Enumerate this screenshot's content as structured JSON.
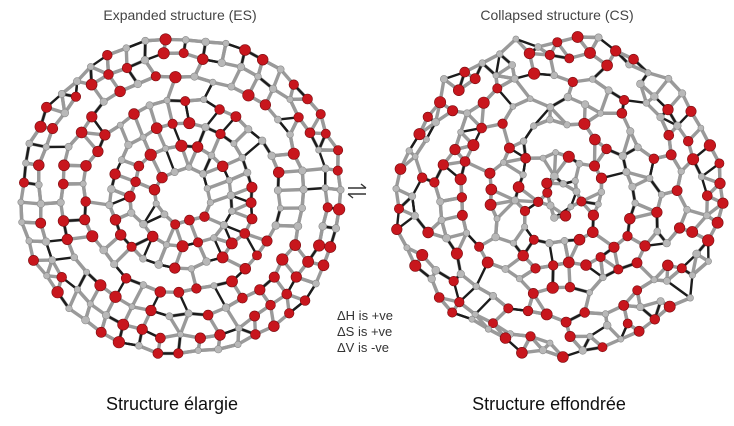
{
  "expanded": {
    "title": "Expanded structure (ES)",
    "caption": "Structure élargie"
  },
  "collapsed": {
    "title": "Collapsed structure (CS)",
    "caption": "Structure effondrée"
  },
  "equilibrium_icon": "equilibrium-arrows-icon",
  "thermodynamics": {
    "enthalpy": "ΔH is +ve",
    "entropy": "ΔS is +ve",
    "volume": "ΔV is -ve"
  },
  "colors": {
    "oxygen": "#c8161d",
    "hydrogen": "#b8b8b8",
    "bond_gray": "#9a9a9a",
    "bond_dark": "#1c1c1c"
  }
}
